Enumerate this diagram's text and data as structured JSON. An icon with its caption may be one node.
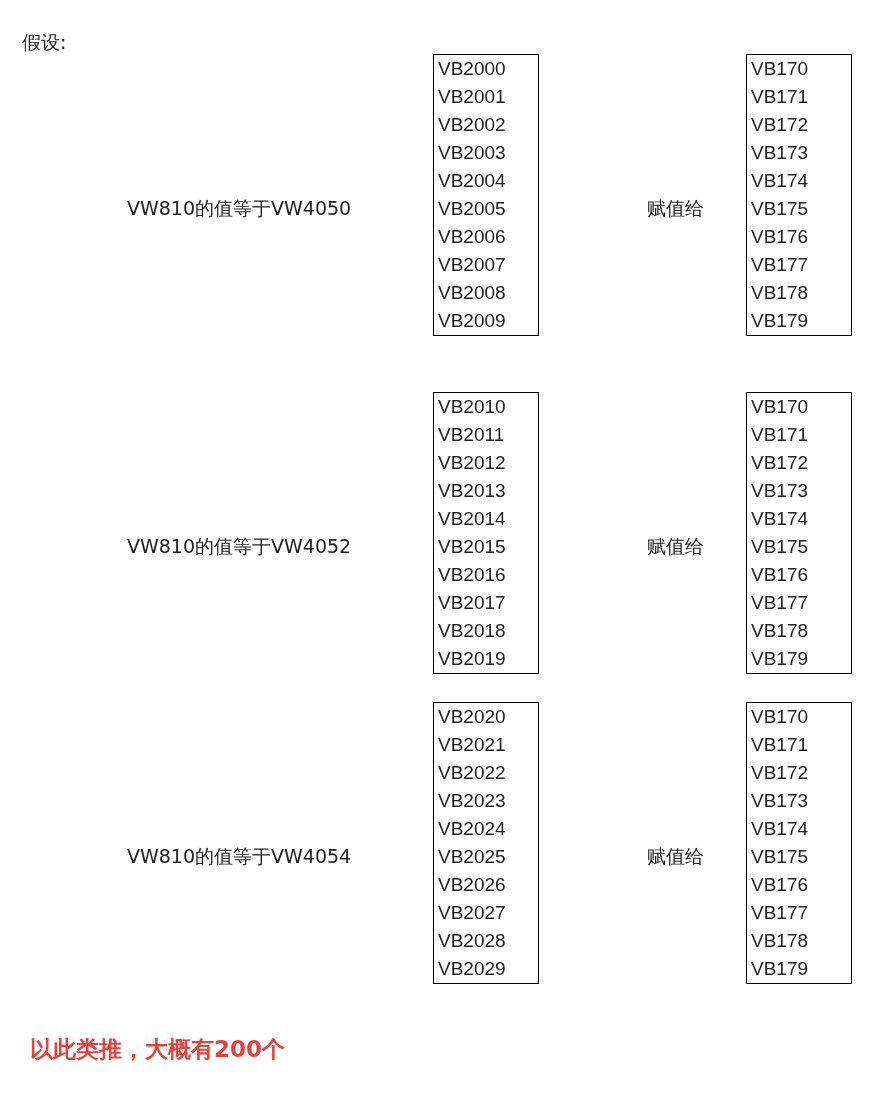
{
  "diagram": {
    "title": "假设:",
    "nodes": [
      {
        "text": [
          "VB2000",
          "VB2001",
          "VB2002",
          "VB2003",
          "VB2004",
          "VB2005",
          "VB2006",
          "VB2007",
          "VB2008",
          "VB2009"
        ]
      },
      {
        "text": [
          "VB170",
          "VB171",
          "VB172",
          "VB173",
          "VB174",
          "VB175",
          "VB176",
          "VB177",
          "VB178",
          "VB179"
        ]
      },
      {
        "text": [
          "VB2010",
          "VB2011",
          "VB2012",
          "VB2013",
          "VB2014",
          "VB2015",
          "VB2016",
          "VB2017",
          "VB2018",
          "VB2019"
        ]
      },
      {
        "text": [
          "VB170",
          "VB171",
          "VB172",
          "VB173",
          "VB174",
          "VB175",
          "VB176",
          "VB177",
          "VB178",
          "VB179"
        ]
      },
      {
        "text": [
          "VB2020",
          "VB2021",
          "VB2022",
          "VB2023",
          "VB2024",
          "VB2025",
          "VB2026",
          "VB2027",
          "VB2028",
          "VB2029"
        ]
      },
      {
        "text": [
          "VB170",
          "VB171",
          "VB172",
          "VB173",
          "VB174",
          "VB175",
          "VB176",
          "VB177",
          "VB178",
          "VB179"
        ]
      }
    ],
    "labels": [
      "VW810的值等于VW4050",
      "赋值给",
      "VW810的值等于VW4052",
      "赋值给",
      "VW810的值等于VW4054",
      "赋值给",
      "以此类推，大概有200个"
    ]
  }
}
